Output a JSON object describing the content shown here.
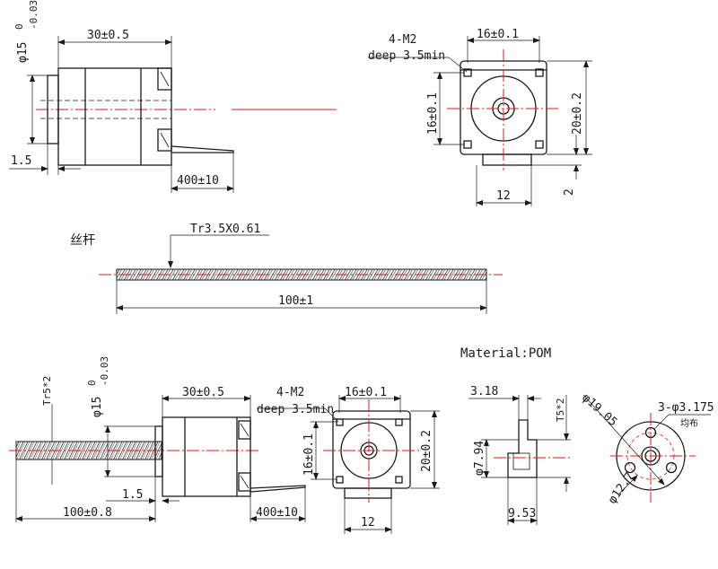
{
  "labels": {
    "top_dia": "φ15",
    "top_dia_tol_upper": "0",
    "top_dia_tol_lower": "-0.03",
    "top_len": "30±0.5",
    "top_flange": "1.5",
    "top_lead": "400±10",
    "top_front_thread": "4-M2",
    "top_front_depth": "deep 3.5min",
    "top_front_width": "16±0.1",
    "top_front_height_left": "16±0.1",
    "top_front_height_right": "20±0.2",
    "top_front_bottom": "12",
    "top_front_side": "2",
    "screw_title": "丝杆",
    "screw_thread": "Tr3.5X0.61",
    "screw_len": "100±1",
    "material": "Material:POM",
    "bot_thread": "Tr5*2",
    "bot_dia": "φ15",
    "bot_dia_tol_upper": "0",
    "bot_dia_tol_lower": "-0.03",
    "bot_len": "30±0.5",
    "bot_flange": "1.5",
    "bot_screw_len": "100±0.8",
    "bot_lead": "400±10",
    "bot_front_thread": "4-M2",
    "bot_front_depth": "deep 3.5min",
    "bot_front_width": "16±0.1",
    "bot_front_height_left": "16±0.1",
    "bot_front_height_right": "20±0.2",
    "bot_front_bottom": "12",
    "nut_top": "3.18",
    "nut_thread": "T5*2",
    "nut_dia": "φ7.94",
    "nut_len": "9.53",
    "flange_dia": "φ19.05",
    "flange_holes": "3-φ3.175",
    "flange_holes_note": "均布",
    "flange_pcd": "φ12.7"
  }
}
